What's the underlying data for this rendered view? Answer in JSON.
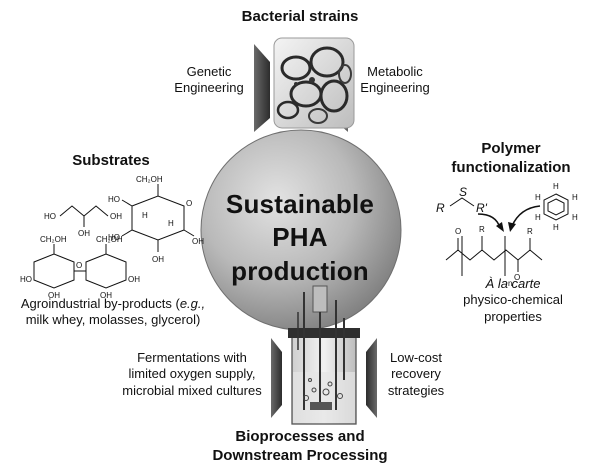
{
  "diagram": {
    "top_title": "Bacterial strains",
    "center_title_line1": "Sustainable PHA",
    "center_title_line2": "production",
    "genetic_line1": "Genetic",
    "genetic_line2": "Engineering",
    "metabolic_line1": "Metabolic",
    "metabolic_line2": "Engineering",
    "substrates_title": "Substrates",
    "agro_line1_a": "Agroindustrial by-products (",
    "agro_line1_em": "e.g.,",
    "agro_line2": "milk whey, molasses, glycerol)",
    "polymer_title_line1": "Polymer",
    "polymer_title_line2": "functionalization",
    "alacarte": "À la carte",
    "physico_line1": "physico-chemical",
    "physico_line2": "properties",
    "ferm_line1": "Fermentations with",
    "ferm_line2": "limited oxygen supply,",
    "ferm_line3": "microbial mixed cultures",
    "lowcost_line1": "Low-cost",
    "lowcost_line2": "recovery",
    "lowcost_line3": "strategies",
    "bottom_line1": "Bioprocesses and",
    "bottom_line2": "Downstream Processing"
  },
  "chem_labels": {
    "ch2oh": "CH₂OH",
    "oh": "OH",
    "ho": "HO",
    "h": "H",
    "o": "O",
    "r": "R",
    "r_prime": "R'",
    "s": "S",
    "n": "n"
  },
  "colors": {
    "circle_light": "#d8d8d8",
    "circle_dark": "#8a8a8a",
    "arrow": "#3c3c3c"
  }
}
